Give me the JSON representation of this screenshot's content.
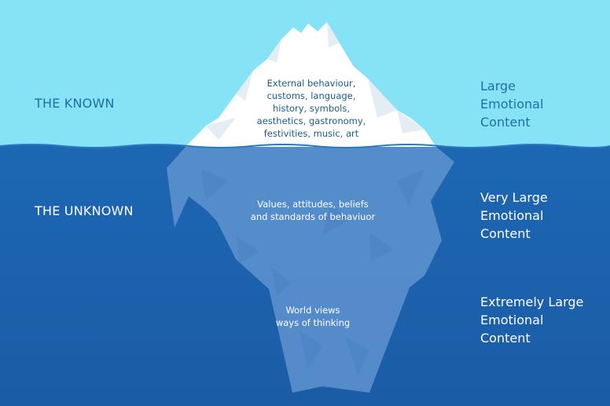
{
  "colors": {
    "sky": "#86e3f6",
    "sea": "#1e64b0",
    "sea_deep": "#1a5aa3",
    "ice_top": "#ffffff",
    "ice_shadow": "#e4eef4",
    "ice_underwater": "#5a8fcc",
    "known_text": "#1f6ea8",
    "white_text": "#ffffff",
    "dark_ice_text": "#1c5c8a"
  },
  "left_labels": {
    "known": "THE KNOWN",
    "unknown": "THE UNKNOWN"
  },
  "iceberg_text": {
    "tip": [
      "External behaviour,",
      "customs, language,",
      "history, symbols,",
      "aesthetics, gastronomy,",
      "festivities, music, art"
    ],
    "middle": [
      "Values, attitudes, beliefs",
      "and standards of behaviuor"
    ],
    "bottom": [
      "World views",
      "ways of thinking"
    ]
  },
  "right_labels": {
    "large": [
      "Large",
      "Emotional",
      "Content"
    ],
    "very_large": [
      "Very Large",
      "Emotional",
      "Content"
    ],
    "extremely_large": [
      "Extremely Large",
      "Emotional",
      "Content"
    ]
  },
  "icons": [
    "iceberg-tip-shape",
    "iceberg-underwater-shape",
    "water-surface-line"
  ]
}
